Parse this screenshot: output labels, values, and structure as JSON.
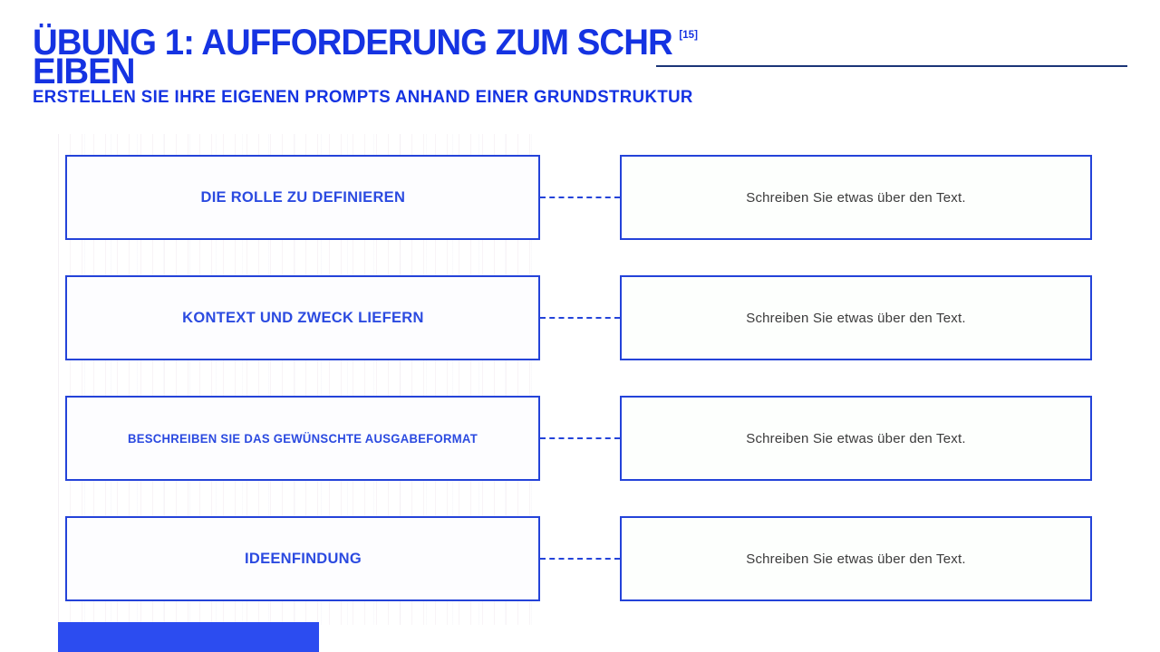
{
  "header": {
    "title_line1": "ÜBUNG 1: AUFFORDERUNG ZUM SCHR",
    "citation": "[15]",
    "title_line2": "EIBEN",
    "subtitle": "ERSTELLEN SIE IHRE EIGENEN PROMPTS ANHAND EINER GRUNDSTRUKTUR"
  },
  "rows": [
    {
      "label": "DIE ROLLE ZU DEFINIEREN",
      "value": "Schreiben Sie etwas über den Text."
    },
    {
      "label": "KONTEXT UND ZWECK LIEFERN",
      "value": "Schreiben Sie etwas über den Text."
    },
    {
      "label": "BESCHREIBEN SIE DAS GEWÜNSCHTE AUSGABEFORMAT",
      "value": "Schreiben Sie etwas über den Text."
    },
    {
      "label": "IDEENFINDUNG",
      "value": "Schreiben Sie etwas über den Text."
    }
  ],
  "colors": {
    "accent": "#2443d9",
    "title_blue": "#1533e2",
    "label_blue": "#2b4ae0",
    "line_navy": "#1b3577",
    "bar_blue": "#2c4cf0",
    "body_text": "#3b3b3b"
  }
}
